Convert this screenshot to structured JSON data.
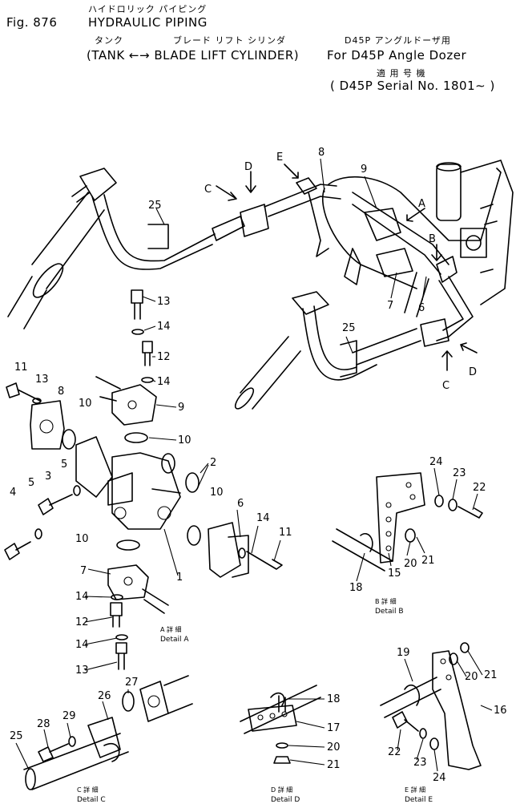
{
  "header": {
    "title_jp": "ハイドロリック パイピング",
    "fig_label": "Fig. 876",
    "title_en": "HYDRAULIC PIPING",
    "sub_jp_1": "タンク",
    "sub_jp_2": "ブレード リフト シリンダ",
    "sub_jp_3": "D45P アングルドーザ用",
    "subtitle_en": "(TANK ←→ BLADE LIFT CYLINDER)",
    "for_model": "For D45P Angle Dozer",
    "serial_jp": "適 用 号 機",
    "serial_en": "( D45P Serial No. 1801∼ )"
  },
  "callouts": {
    "A": "A",
    "B": "B",
    "C": "C",
    "D": "D",
    "E": "E"
  },
  "parts": [
    "1",
    "2",
    "3",
    "4",
    "5",
    "6",
    "7",
    "8",
    "9",
    "10",
    "11",
    "12",
    "13",
    "14",
    "15",
    "16",
    "17",
    "18",
    "19",
    "20",
    "21",
    "22",
    "23",
    "24",
    "25",
    "26",
    "27",
    "28",
    "29"
  ],
  "details": {
    "A": {
      "jp": "A 詳 細",
      "en": "Detail A"
    },
    "B": {
      "jp": "B 詳 細",
      "en": "Detail B"
    },
    "C": {
      "jp": "C 詳 細",
      "en": "Detail C"
    },
    "D": {
      "jp": "D 詳 細",
      "en": "Detail D"
    },
    "E": {
      "jp": "E 詳 細",
      "en": "Detail E"
    }
  }
}
